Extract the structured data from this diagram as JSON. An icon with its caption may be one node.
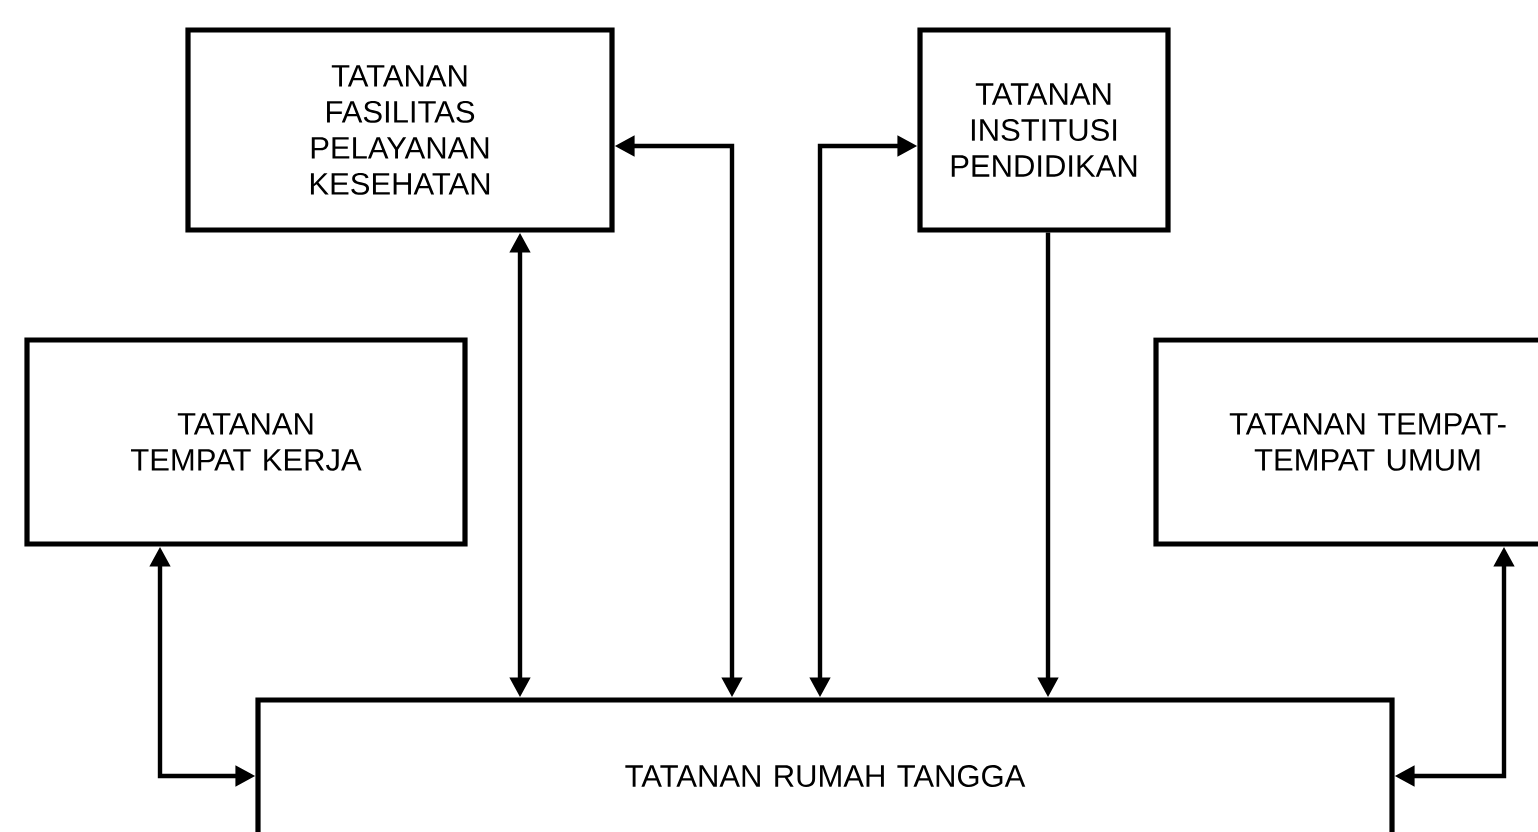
{
  "diagram": {
    "nodes": [
      {
        "text": [
          "TATANAN FASILITAS PELAYANAN KESEHATAN"
        ]
      },
      {
        "text": [
          "TATANAN INSTITUSI PENDIDIKAN"
        ]
      },
      {
        "text": [
          "TATANAN TEMPAT KERJA"
        ]
      },
      {
        "text": [
          "TATANAN TEMPAT-TEMPAT UMUM"
        ]
      },
      {
        "text": [
          "TATANAN RUMAH TANGGA"
        ]
      }
    ],
    "edges": [
      {
        "from": 4,
        "to": 0,
        "arrow": "both"
      },
      {
        "from": 4,
        "to": 0,
        "arrow": "both"
      },
      {
        "from": 4,
        "to": 1,
        "arrow": "both"
      },
      {
        "from": 1,
        "to": 4,
        "arrow": "to"
      },
      {
        "from": 2,
        "to": 4,
        "arrow": "both"
      },
      {
        "from": 3,
        "to": 4,
        "arrow": "both"
      }
    ]
  }
}
